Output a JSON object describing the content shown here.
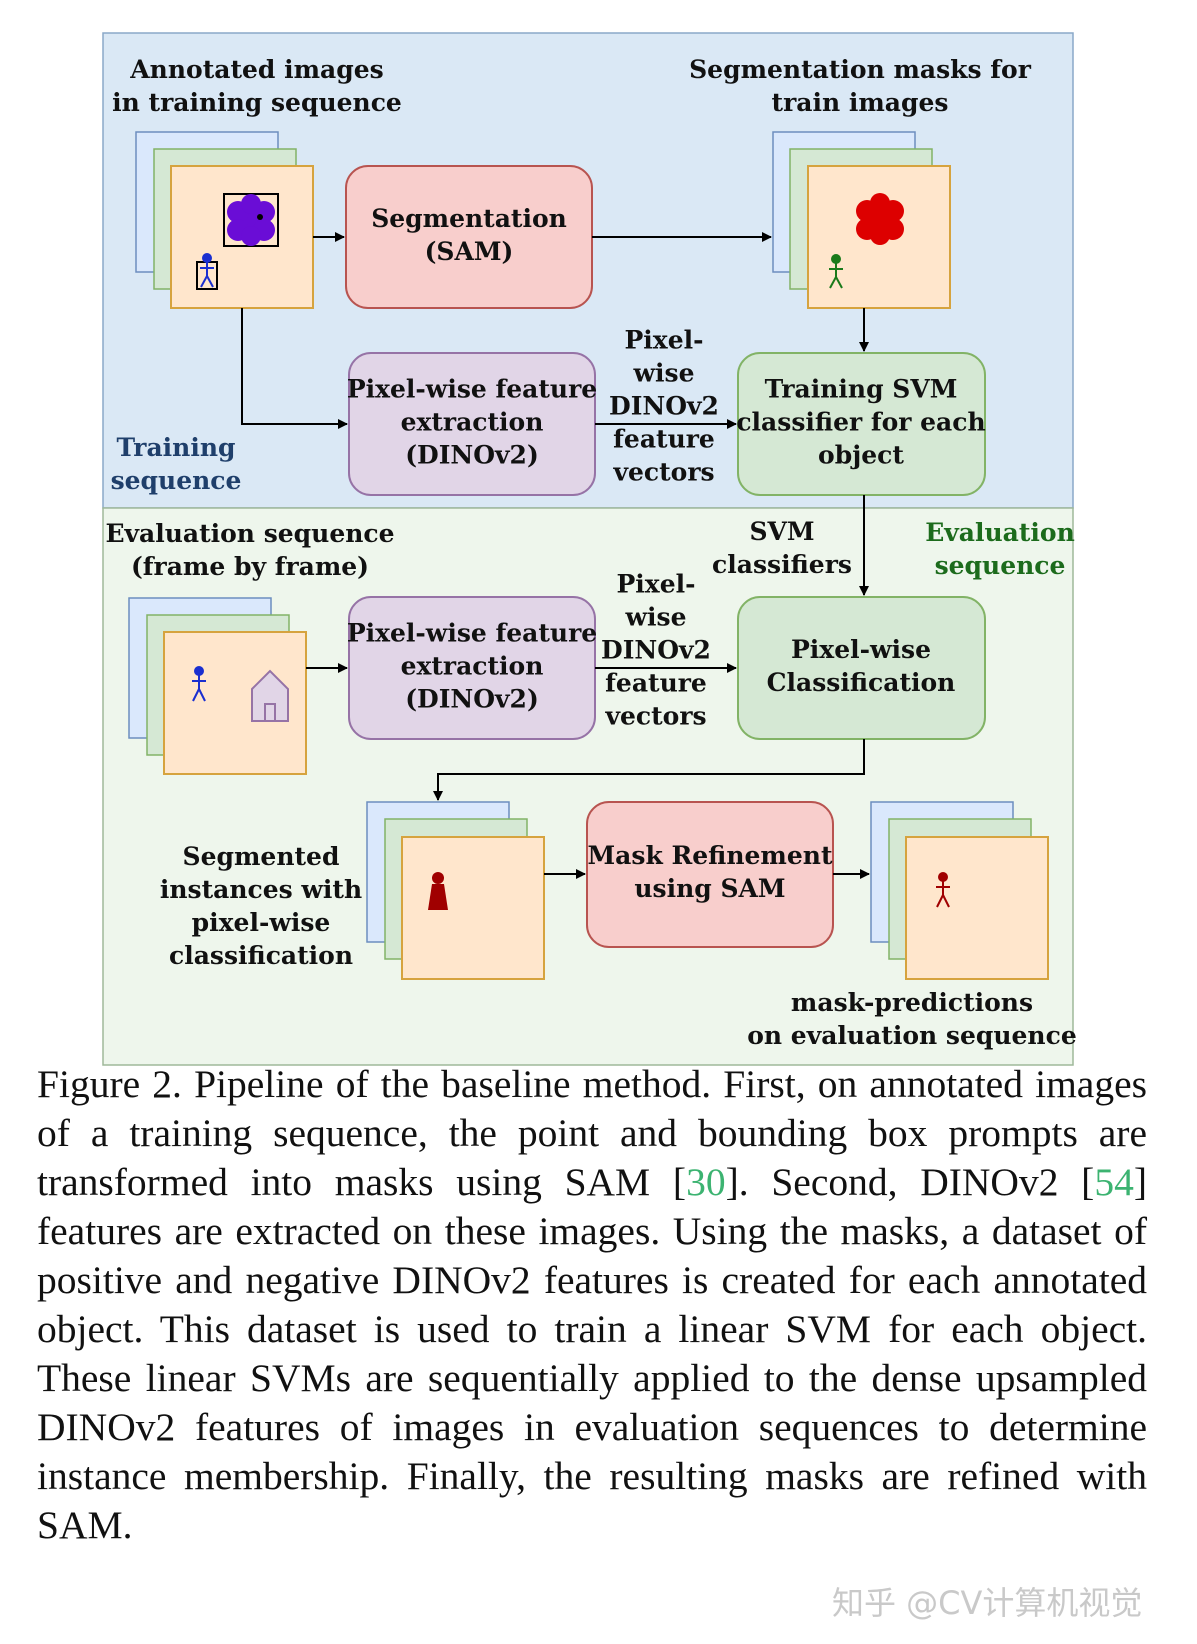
{
  "diagram": {
    "training_panel": {
      "label_line1": "Training",
      "label_line2": "sequence",
      "annotated_images_line1": "Annotated images",
      "annotated_images_line2": "in training sequence",
      "seg_masks_line1": "Segmentation masks for",
      "seg_masks_line2": "train images",
      "segmentation_box": [
        "Segmentation",
        "(SAM)"
      ],
      "feature_box": [
        "Pixel-wise feature",
        "extraction",
        "(DINOv2)"
      ],
      "vectors_label": [
        "Pixel-",
        "wise",
        "DINOv2",
        "feature",
        "vectors"
      ],
      "svm_box": [
        "Training SVM",
        "classifier for each",
        "object"
      ]
    },
    "evaluation_panel": {
      "label_line1": "Evaluation",
      "label_line2": "sequence",
      "eval_seq_line1": "Evaluation sequence",
      "eval_seq_line2": "(frame by frame)",
      "svm_classifiers": [
        "SVM",
        "classifiers"
      ],
      "feature_box": [
        "Pixel-wise feature",
        "extraction",
        "(DINOv2)"
      ],
      "vectors_label": [
        "Pixel-",
        "wise",
        "DINOv2",
        "feature",
        "vectors"
      ],
      "classification_box": [
        "Pixel-wise",
        "Classification"
      ],
      "refinement_box": [
        "Mask Refinement",
        "using SAM"
      ],
      "segmented_label": [
        "Segmented",
        "instances with",
        "pixel-wise",
        "classification"
      ],
      "predictions_label": [
        "mask-predictions",
        "on evaluation sequence"
      ]
    },
    "colors": {
      "training_bg": "#dae8f5",
      "evaluation_bg": "#eef6ec",
      "sam_box": "#f8cecc",
      "dino_box": "#e1d5e7",
      "svm_box": "#d5e8d4",
      "frame": "#ffe6cc",
      "mask_purple": "#6a0dd6",
      "mask_red": "#dd0000"
    }
  },
  "caption": {
    "part1": "Figure 2.   Pipeline of the baseline method.   First, on annotated images of a training sequence, the point and bounding box prompts are transformed into masks using SAM [",
    "cite1": "30",
    "part2": "].  Second, DINOv2 [",
    "cite2": "54",
    "part3": "] features are extracted on these images.  Using the masks, a dataset of positive and negative DINOv2 features is created for each annotated object. This dataset is used to train a linear SVM for each object. These linear SVMs are sequentially applied to the dense upsampled DINOv2 features of images in evaluation sequences to determine instance membership. Finally, the resulting masks are refined with SAM."
  },
  "watermark": "知乎 @CV计算机视觉"
}
